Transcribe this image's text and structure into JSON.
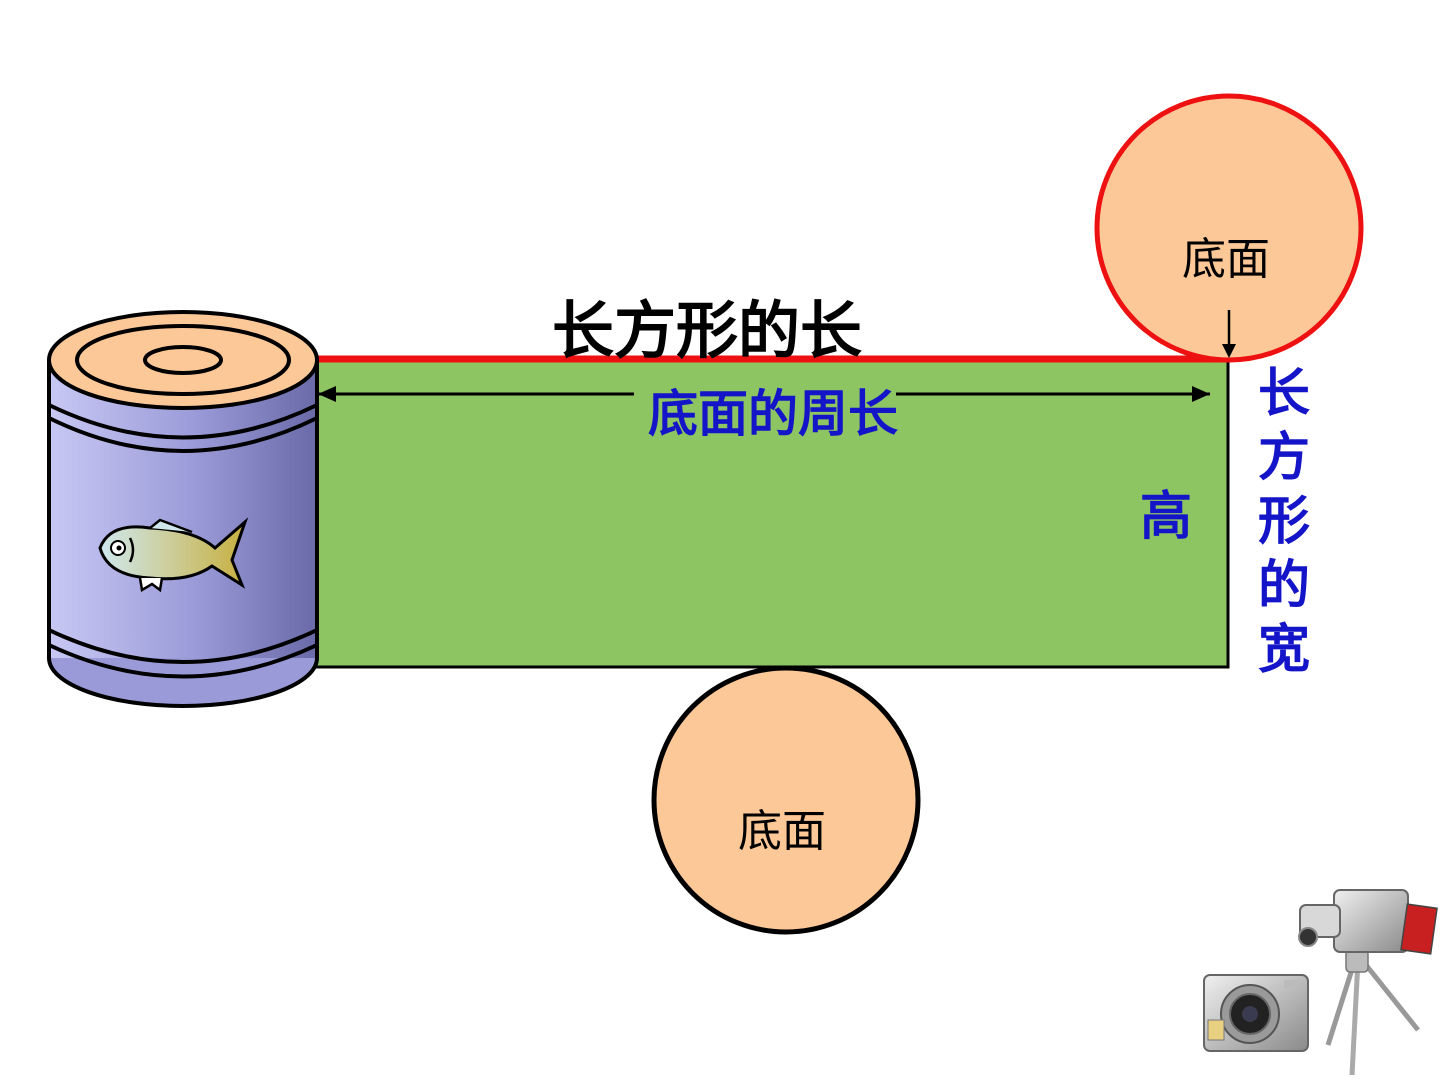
{
  "labels": {
    "rect_length": "长方形的长",
    "base_circumference": "底面的周长",
    "height": "高",
    "rect_width": "长方形的宽",
    "base_top": "底面",
    "base_bottom": "底面"
  },
  "colors": {
    "rectangle_fill": "#8dc563",
    "base_fill": "#fcc898",
    "top_edge": "#ee1111",
    "can_body": "#9a9ad8",
    "blue_text": "#1414c8"
  },
  "icons": {
    "can": "fish-can-icon",
    "cameras": "camera-icon"
  }
}
